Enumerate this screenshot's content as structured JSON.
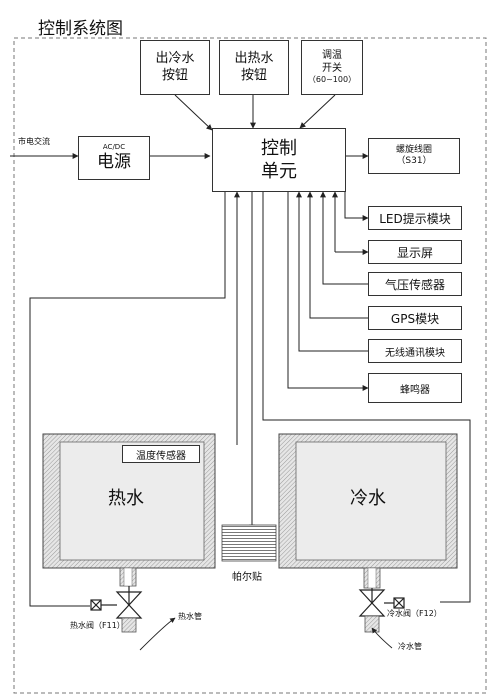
{
  "title": "控制系统图",
  "power_input": "市电交流",
  "power_box": {
    "caption": "AC/DC",
    "label": "电源"
  },
  "cold_button": {
    "line1": "出冷水",
    "line2": "按钮"
  },
  "hot_button": {
    "line1": "出热水",
    "line2": "按钮"
  },
  "temp_switch": {
    "line1": "调温",
    "line2": "开关",
    "line3": "（60~100）"
  },
  "controller": {
    "line1": "控制",
    "line2": "单元"
  },
  "coil": {
    "line1": "螺旋线圈",
    "line2": "（S31）"
  },
  "led": "LED提示模块",
  "display": "显示屏",
  "pressure": "气压传感器",
  "gps": "GPS模块",
  "wireless": "无线通讯模块",
  "buzzer": "蜂鸣器",
  "temp_sensor": "温度传感器",
  "hot_tank": "热水",
  "cold_tank": "冷水",
  "peltier": "帕尔贴",
  "hot_valve": "热水阀（F11）",
  "hot_pipe": "热水管",
  "cold_valve": "冷水阀（F12）",
  "cold_pipe": "冷水管"
}
